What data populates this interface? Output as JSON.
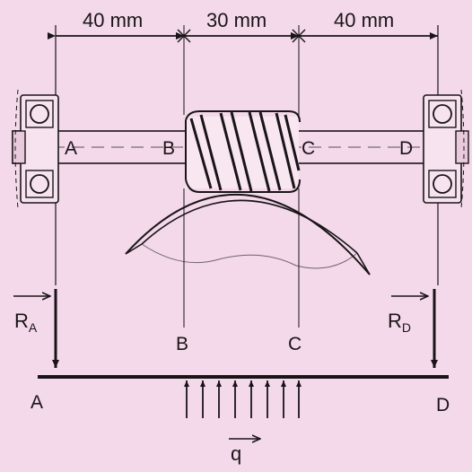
{
  "dimensions": {
    "ab": "40 mm",
    "bc": "30 mm",
    "cd": "40 mm"
  },
  "points": {
    "a": "A",
    "b": "B",
    "c": "C",
    "d": "D"
  },
  "reactions": {
    "ra_main": "R",
    "ra_sub": "A",
    "rd_main": "R",
    "rd_sub": "D"
  },
  "load": {
    "label": "q"
  },
  "colors": {
    "background": "#f3d9ea",
    "ink": "#1a1418"
  }
}
